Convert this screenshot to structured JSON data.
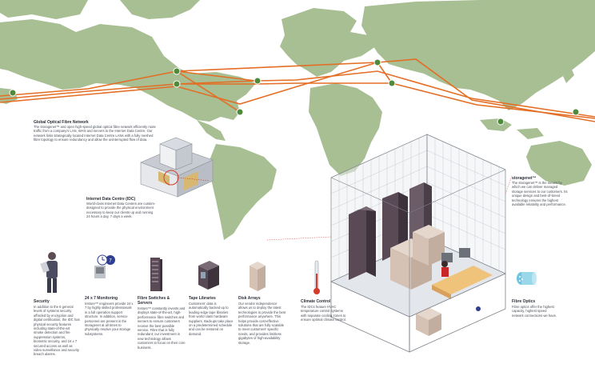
{
  "network": {
    "title": "Global Optical Fibre Network",
    "desc": "The storagenet™ and open high-speed global optical fibre network efficiently route traffic from a company's LAN, WAN and servers to the Internet Data Centre. Our network links strategically located Internet Data Centre LANs with a fully meshed fibre topology to ensure redundancy and allow the uninterrupted flow of data."
  },
  "idc": {
    "title": "Internet Data Centre (IDC)",
    "desc": "World-class Internet Data Centers are custom-designed to provide the physical environment necessary to keep our clients up and running 24 hours a day, 7 days a week."
  },
  "storagenet": {
    "title": "storagenet™",
    "desc": "The storagenet™ is the means by which we can deliver managed storage services to our customers. Its unique design and best-of-breed technology ensures the highest available reliability and performance."
  },
  "features": [
    {
      "title": "Security",
      "desc": "In addition to the 6 general levels of systems security afforded by encryption and digital certification, the IDC has physical security features including state-of-the-art smoke detection and fire suppression systems, biometric security, and 24 x 7 secured access as well as video surveillance and security breach alarms."
    },
    {
      "title": "24 x 7 Monitoring",
      "desc": "Instore™ engineers provide 24 x 7 by highly skilled professionals in a full operation support structure. In addition, service personnel are present in the storagenet at all times to physically resolve your storage subsystems."
    },
    {
      "title": "Fibre Switches & Servers",
      "desc": "Instore™ constantly invests and deploys state-of-the-art, high-performance fibre switches and servers to ensure customers receive the best possible service. Fibre that is fully redundant; our investment in new technology allows customers to focus on their core business."
    },
    {
      "title": "Tape Libraries",
      "desc": "Customers' data is automatically backed up to leading-edge tape libraries from world class hardware suppliers. Backups take place on a predetermined schedule and can be restored on demand."
    },
    {
      "title": "Disk Arrays",
      "desc": "Our vendor independence allows us to deploy the latest technologies to provide the best performance anywhere. This helps provide cost-effective solutions that are fully scalable to meet customers' specific needs, and provides limitless gigabytes of high-availability storage."
    },
    {
      "title": "Climate Control",
      "desc": "The IDCs feature HVAC temperature control systems with separate cooling zones to ensure optimal climate control."
    },
    {
      "title": "Fibre Optics",
      "desc": "Fibre optics offer the highest capacity, highest speed network connections we have."
    }
  ],
  "colors": {
    "ocean": "#ffffff",
    "land": "#a7bf93",
    "fibre_orange": "#e46e25",
    "node_green": "#4f8a3a",
    "cage_floor": "#e3e6ea",
    "text": "#4a4f58"
  }
}
